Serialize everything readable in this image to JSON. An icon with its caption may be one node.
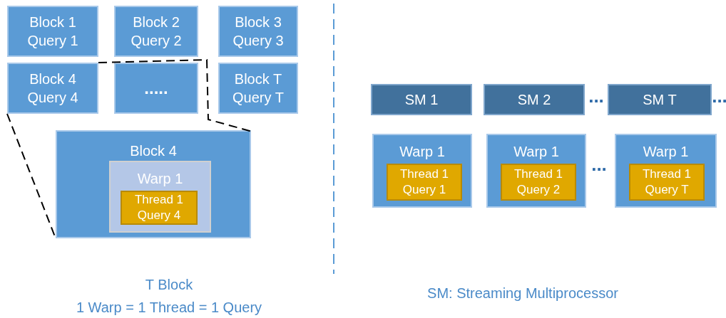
{
  "diagram": {
    "nodes": [
      {
        "text": [
          "Block 1",
          "Query 1"
        ]
      },
      {
        "text": [
          "Block 2",
          "Query 2"
        ]
      },
      {
        "text": [
          "Block 3",
          "Query 3"
        ]
      },
      {
        "text": [
          "Block 4",
          "Query 4"
        ]
      },
      {
        "text": [
          "....."
        ]
      },
      {
        "text": [
          "Block T",
          "Query T"
        ]
      },
      {
        "text": [
          "Block 4"
        ]
      },
      {
        "text": [
          "Warp 1"
        ],
        "in": 6
      },
      {
        "text": [
          "Thread 1",
          "Query 4"
        ],
        "in": 7
      },
      {
        "text": [
          "SM 1"
        ]
      },
      {
        "text": [
          "SM 2"
        ]
      },
      {
        "text": [
          "SM T"
        ]
      },
      {
        "text": [
          "Warp 1"
        ]
      },
      {
        "text": [
          "Thread 1",
          "Query 1"
        ],
        "in": 12
      },
      {
        "text": [
          "Warp 1"
        ]
      },
      {
        "text": [
          "Thread 1",
          "Query 2"
        ],
        "in": 14
      },
      {
        "text": [
          "Warp 1"
        ]
      },
      {
        "text": [
          "Thread 1",
          "Query T"
        ],
        "in": 16
      }
    ],
    "edges": [
      {
        "from": 3,
        "to": 6,
        "arrow": "none",
        "style": "dashed"
      },
      {
        "from": 3,
        "to": 6,
        "arrow": "none",
        "style": "dashed"
      }
    ],
    "labels": [
      "...",
      "...",
      "...",
      "T Block",
      "1 Warp = 1 Thread = 1 Query",
      "SM: Streaming Multiprocessor"
    ]
  }
}
